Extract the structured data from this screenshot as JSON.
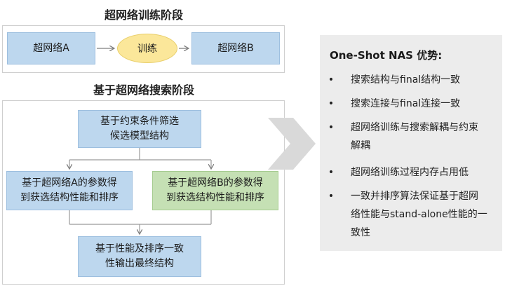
{
  "stage1": {
    "title": "超网络训练阶段",
    "box_a": "超网络A",
    "train": "训练",
    "box_b": "超网络B"
  },
  "stage2": {
    "title": "基于超网络搜索阶段",
    "filter": [
      "基于约束条件筛选",
      "候选模型结构"
    ],
    "eval_a": [
      "基于超网络A的参数得",
      "到获选结构性能和排序"
    ],
    "eval_b": [
      "基于超网络B的参数得",
      "到获选结构性能和排序"
    ],
    "output": [
      "基于性能及排序一致",
      "性输出最终结构"
    ]
  },
  "panel": {
    "title": "One-Shot NAS 优势:",
    "items": [
      [
        "搜索结构与final结构一致"
      ],
      [
        "搜索连接与final连接一致"
      ],
      [
        "超网络训练与搜索解耦与约束",
        "解耦"
      ],
      [
        "超网络训练过程内存占用低"
      ],
      [
        "一致并排序算法保证基于超网",
        "络性能与stand-alone性能的一",
        "致性"
      ]
    ]
  },
  "colors": {
    "blue_box": "#bdd7ee",
    "green_box": "#c5e0b4",
    "yellow_oval": "#fbe79a",
    "panel_bg": "#ececec",
    "big_arrow": "#d9d9d9"
  }
}
